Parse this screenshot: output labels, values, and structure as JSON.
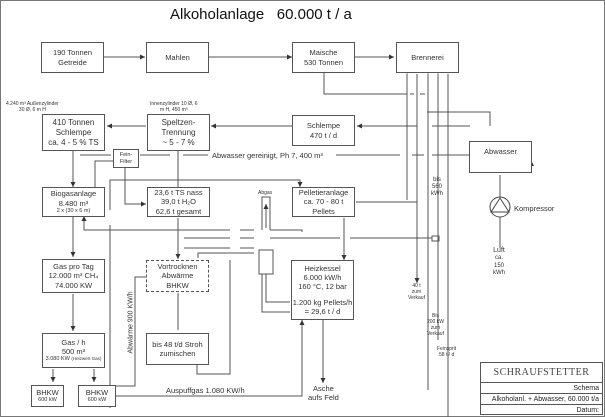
{
  "title": "Alkoholanlage   60.000 t / a",
  "boxes": {
    "getreide": [
      "190 Tonnen",
      "Getreide"
    ],
    "mahlen": "Mahlen",
    "maische": [
      "Maische",
      "530 Tonnen"
    ],
    "brennerei": "Brennerei",
    "schlempe410": [
      "410 Tonnen",
      "Schlempe",
      "ca. 4 - 5 % TS"
    ],
    "speltzen": [
      "Speltzen-",
      "Trennung",
      "~ 5 - 7 %"
    ],
    "schlempe470": [
      "Schlempe",
      "470 t / d"
    ],
    "abwasser": "Abwasser",
    "feinfilter": [
      "Fein-",
      "Filter"
    ],
    "biogas": [
      "Biogasanlage",
      "8.480 m³",
      "2 x (30 x 6 m)"
    ],
    "ts": [
      "23,6 t TS nass",
      "39,0 t H₂O",
      "62,6 t gesamt"
    ],
    "pelletier": [
      "Pelletieranlage",
      "ca. 70 - 80 t",
      "Pellets"
    ],
    "gastag": [
      "Gas pro Tag",
      "12.000 m³ CH₄",
      "74.000 KW"
    ],
    "vortrocknen": [
      "Vortrocknen",
      "Abwärme",
      "BHKW"
    ],
    "heizkessel": [
      "Heizkessel",
      "6.000 kW/h",
      "160 °C, 12 bar",
      "",
      "1.200 kg Pellets/h",
      "= 29,6 t / d"
    ],
    "gash": [
      "Gas / h",
      "500 m³",
      "3.080 KW",
      "(Heizwert Gas)"
    ],
    "stroh": [
      "bis 48 t/d Stroh",
      "zumischen"
    ],
    "bhkw1": [
      "BHKW",
      "600 kW"
    ],
    "bhkw2": [
      "BHKW",
      "600 kW"
    ]
  },
  "labels": {
    "aussen": [
      "4.240 m³ Außenzylinder",
      "30 Ø, 6 m H"
    ],
    "innen": [
      "Innenzylinder 10 Ø, 6",
      "m H, 450 m³"
    ],
    "abwasser_line": "Abwasser gereinigt, Ph 7, 400 m³",
    "bis560": [
      "bis",
      "560",
      "kWh"
    ],
    "kompressor": "Kompressor",
    "luft": [
      "Luft",
      "ca.",
      "150",
      "kWh"
    ],
    "abgas": "Abgas",
    "verkauf40": [
      "40 t",
      "zum",
      "Verkauf"
    ],
    "verkauf200": [
      "Bis",
      "200 kW",
      "zum",
      "Verkauf"
    ],
    "feinsprit": [
      "Feinsprit",
      "58 t / d"
    ],
    "abwaerme900": "Abwärme 900 KW/h",
    "auspuff": "Auspuffgas 1.080 KW/h",
    "asche": [
      "Asche",
      "aufs Feld"
    ]
  },
  "titleblock": {
    "company": "SCHRAUFSTETTER",
    "type": "Schema",
    "project": "Alkoholanl. + Abwasser, 60.000 t/a",
    "date_label": "Datum:"
  },
  "icons": {
    "compressor": "compressor-icon",
    "diffusers": "aerator-icon"
  }
}
